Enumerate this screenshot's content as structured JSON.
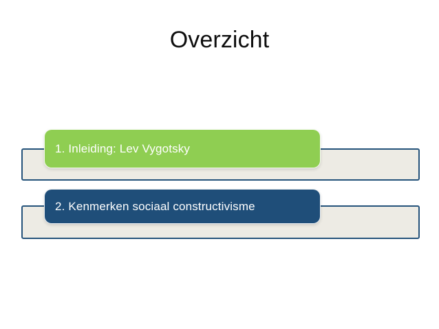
{
  "slide": {
    "title": "Overzicht",
    "background_color": "#FFFFFF",
    "title_color": "#0D0D0D"
  },
  "agenda": {
    "items": [
      {
        "label": "1. Inleiding: Lev Vygotsky",
        "chip_color": "#8FCE52",
        "bar_fill": "#EDEBE4",
        "bar_border": "#24527A",
        "text_color": "#FFFFFF"
      },
      {
        "label": "2. Kenmerken sociaal constructivisme",
        "chip_color": "#1F4E79",
        "bar_fill": "#EDEBE4",
        "bar_border": "#24527A",
        "text_color": "#FFFFFF"
      }
    ]
  }
}
